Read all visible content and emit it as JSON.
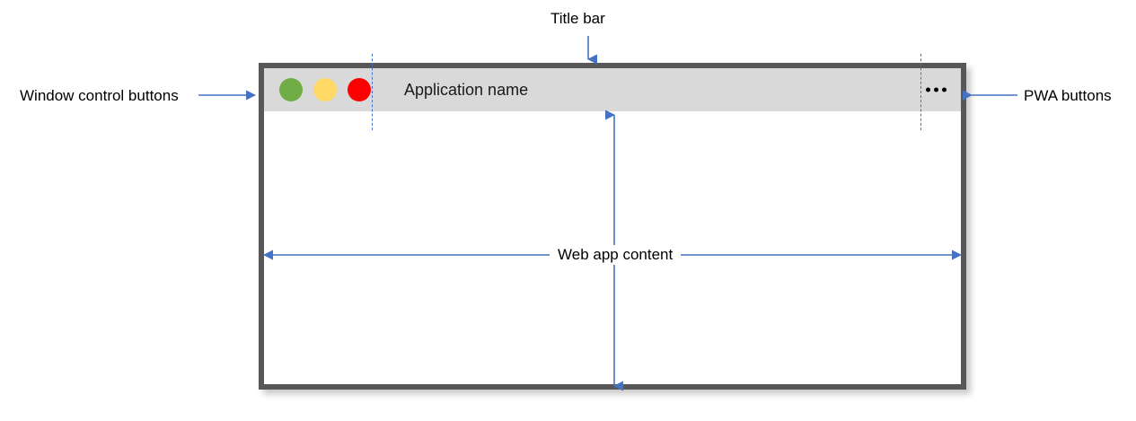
{
  "diagram": {
    "title_bar_label": "Title bar",
    "window_controls_label": "Window control buttons",
    "pwa_buttons_label": "PWA buttons",
    "web_app_content_label": "Web app content"
  },
  "window": {
    "app_title": "Application name",
    "controls": [
      {
        "name": "minimize",
        "color": "#70AD47"
      },
      {
        "name": "maximize",
        "color": "#FFD866"
      },
      {
        "name": "close",
        "color": "#FE0000"
      }
    ],
    "pwa_menu_icon": "overflow-menu-icon",
    "frame_color": "#575757",
    "title_bar_color": "#D9D9D9",
    "content_color": "#FFFFFF"
  },
  "annotation_style": {
    "line_color": "#4472C4",
    "text_color": "#000000"
  }
}
